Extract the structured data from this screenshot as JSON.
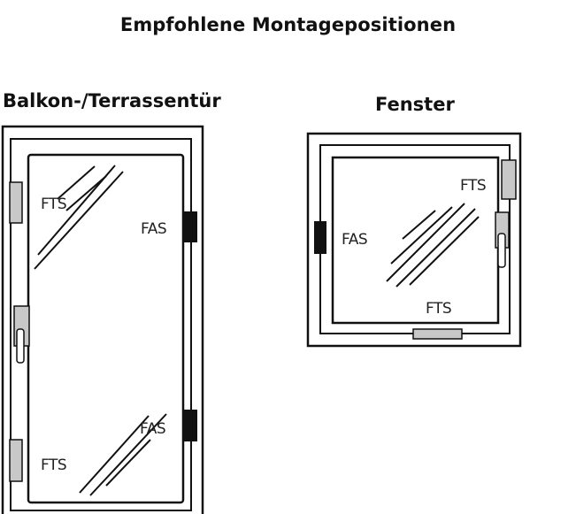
{
  "title": "Empfohlene Montagepositionen",
  "door": {
    "heading": "Balkon-/Terrassentür",
    "labels": {
      "fts_top": "FTS",
      "fas_top": "FAS",
      "fas_bottom": "FAS",
      "fts_bottom": "FTS"
    }
  },
  "window": {
    "heading": "Fenster",
    "labels": {
      "fts_top": "FTS",
      "fas_left": "FAS",
      "fts_bottom": "FTS"
    }
  },
  "colors": {
    "frame": "#111111",
    "fts_sensor": "#c8c8c8",
    "fas_sensor": "#111111"
  }
}
